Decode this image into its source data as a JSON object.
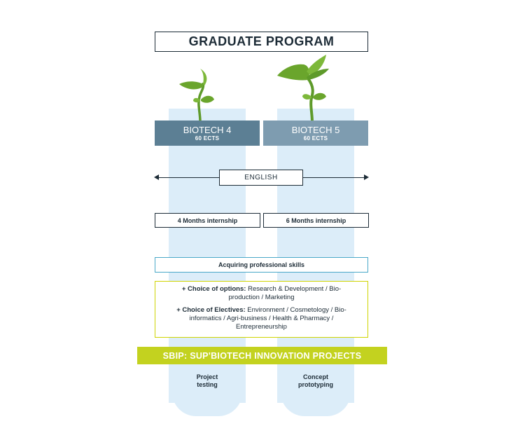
{
  "title": "GRADUATE PROGRAM",
  "columns": [
    {
      "name": "BIOTECH 4",
      "ects": "60 ECTS",
      "internship": "4 Months internship",
      "project": [
        "Project",
        "testing"
      ]
    },
    {
      "name": "BIOTECH 5",
      "ects": "60 ECTS",
      "internship": "6 Months internship",
      "project": [
        "Concept",
        "prototyping"
      ]
    }
  ],
  "language": "ENGLISH",
  "skills": "Acquiring professional skills",
  "options": {
    "options_label": "+ Choice of options:",
    "options_text": "Research & Development / Bio-production / Marketing",
    "electives_label": "+ Choice of Electives:",
    "electives_text": "Environment / Cosmetology / Bio-informatics / Agri-business / Health & Pharmacy / Entrepreneurship"
  },
  "sbip": "SBIP: SUP'BIOTECH INNOVATION PROJECTS",
  "colors": {
    "tube": "#dcedf9",
    "biotech4": "#5c7f94",
    "biotech5": "#7e9cb0",
    "skills_border": "#4aa8c8",
    "options_border": "#cfd400",
    "sbip": "#c3d21f",
    "leaf": "#6aa52c"
  },
  "icons": [
    "small-sprout-icon",
    "large-sprout-icon",
    "double-arrow-icon"
  ]
}
